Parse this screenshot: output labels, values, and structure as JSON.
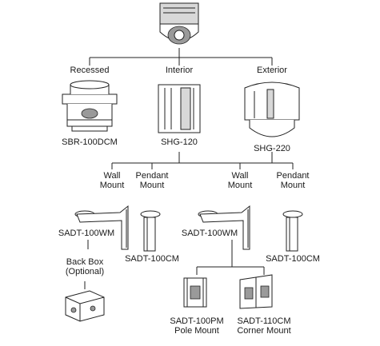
{
  "mounts": {
    "recessed": "Recessed",
    "interior": "Interior",
    "exterior": "Exterior"
  },
  "models": {
    "recessed": "SBR-100DCM",
    "interior": "SHG-120",
    "exterior": "SHG-220"
  },
  "left_branch": {
    "wall_mount": [
      "Wall",
      "Mount"
    ],
    "pendant_mount": [
      "Pendant",
      "Mount"
    ],
    "wall_model": "SADT-100WM",
    "pendant_model": "SADT-100CM",
    "back_box": [
      "Back Box",
      "(Optional)"
    ]
  },
  "right_branch": {
    "wall_mount": [
      "Wall",
      "Mount"
    ],
    "pendant_mount": [
      "Pendant",
      "Mount"
    ],
    "wall_model": "SADT-100WM",
    "pendant_model": "SADT-100CM",
    "pole_mount": [
      "SADT-100PM",
      "Pole Mount"
    ],
    "corner_mount": [
      "SADT-110CM",
      "Corner Mount"
    ]
  }
}
